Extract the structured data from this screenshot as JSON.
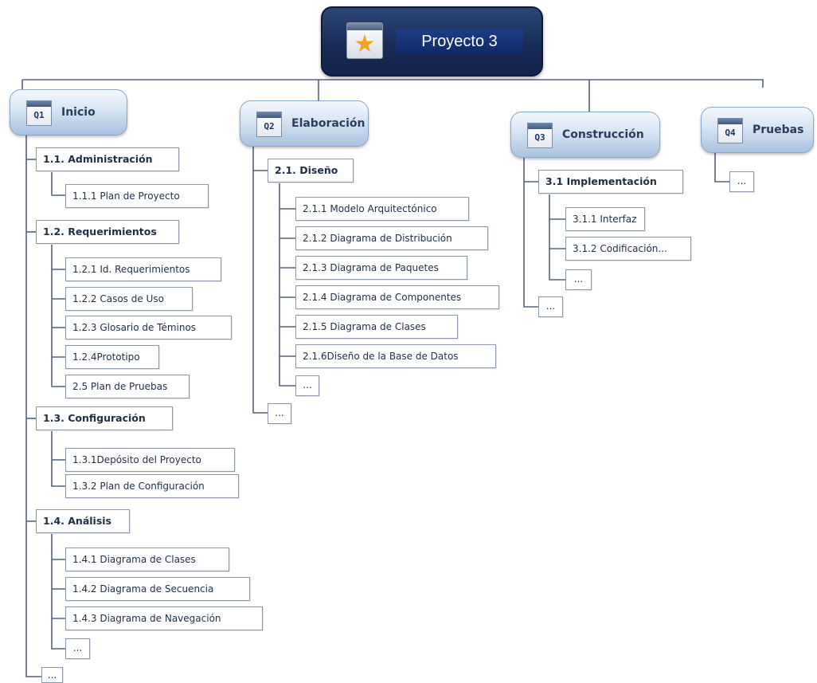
{
  "diagram": {
    "root": {
      "label": "Proyecto 3",
      "icon": "star-icon"
    },
    "phases": [
      {
        "id": "q1",
        "badge": "Q1",
        "label": "Inicio"
      },
      {
        "id": "q2",
        "badge": "Q2",
        "label": "Elaboración"
      },
      {
        "id": "q3",
        "badge": "Q3",
        "label": "Construcción"
      },
      {
        "id": "q4",
        "badge": "Q4",
        "label": "Pruebas"
      }
    ],
    "inicio": {
      "administracion": {
        "label": "1.1. Administración",
        "items": [
          "1.1.1 Plan de Proyecto"
        ]
      },
      "requerimientos": {
        "label": "1.2. Requerimientos",
        "items": [
          "1.2.1 Id. Requerimientos",
          "1.2.2 Casos de Uso",
          "1.2.3 Glosario de Téminos",
          "1.2.4Prototipo",
          "2.5 Plan de Pruebas"
        ]
      },
      "configuracion": {
        "label": "1.3. Configuración",
        "items": [
          "1.3.1Depósito del Proyecto",
          "1.3.2 Plan de Configuración"
        ]
      },
      "analisis": {
        "label": "1.4. Análisis",
        "items": [
          "1.4.1 Diagrama de Clases",
          "1.4.2 Diagrama de Secuencia",
          "1.4.3 Diagrama de Navegación",
          "..."
        ]
      },
      "more": "..."
    },
    "elaboracion": {
      "diseno": {
        "label": "2.1. Diseño",
        "items": [
          "2.1.1 Modelo Arquitectónico",
          "2.1.2 Diagrama de Distribución",
          "2.1.3 Diagrama de Paquetes",
          "2.1.4 Diagrama de Componentes",
          "2.1.5 Diagrama de Clases",
          "2.1.6Diseño de la Base de Datos",
          "..."
        ]
      },
      "more": "..."
    },
    "construccion": {
      "implementacion": {
        "label": "3.1 Implementación",
        "items": [
          "3.1.1 Interfaz",
          "3.1.2 Codificación...",
          "..."
        ]
      },
      "more": "..."
    },
    "pruebas": {
      "more": "..."
    }
  }
}
